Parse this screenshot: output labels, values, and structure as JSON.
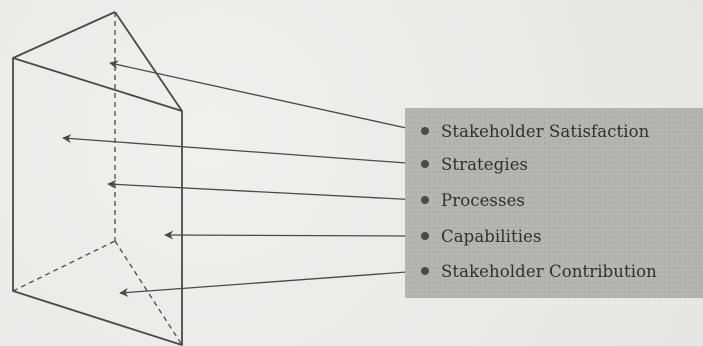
{
  "diagram": {
    "items": [
      {
        "label": "Stakeholder Satisfaction"
      },
      {
        "label": "Strategies"
      },
      {
        "label": "Processes"
      },
      {
        "label": "Capabilities"
      },
      {
        "label": "Stakeholder Contribution"
      }
    ],
    "colors": {
      "background": "#ebebea",
      "box": "#b3b3b2",
      "line": "#4a4a4a",
      "text": "#2f2f2f"
    }
  }
}
